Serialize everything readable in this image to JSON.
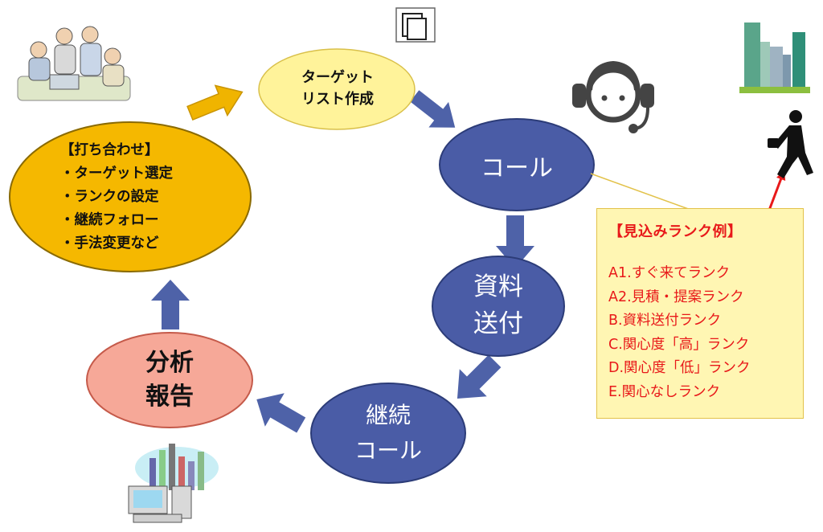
{
  "colors": {
    "arrow_blue": "#4e62a8",
    "node_blue": "#4a5ca6",
    "meeting_gold": "#f5b800",
    "target_yellow": "#fff39a",
    "report_pink": "#f6a898",
    "rank_red": "#e8191a",
    "pointer_red": "#e8191a"
  },
  "icons": {
    "top_center": "copy-document-icon",
    "meeting": "business-meeting-illustration",
    "operator": "headset-operator-icon",
    "buildings": "office-buildings-illustration",
    "walker": "walking-businessman-silhouette",
    "computer": "computer-chart-illustration"
  },
  "nodes": {
    "target": {
      "lines": [
        "ターゲット",
        "リスト作成"
      ]
    },
    "call": {
      "lines": [
        "コール"
      ]
    },
    "docs": {
      "lines": [
        "資料",
        "送付"
      ]
    },
    "followup": {
      "lines": [
        "継続",
        "コール"
      ]
    },
    "report": {
      "lines": [
        "分析",
        "報告"
      ]
    },
    "meeting": {
      "lines": [
        "【打ち合わせ】",
        "・ターゲット選定",
        "・ランクの設定",
        "・継続フォロー",
        "・手法変更など"
      ]
    }
  },
  "rank_box": {
    "title": "【見込みランク例】",
    "items": [
      "A1.すぐ来てランク",
      "A2.見積・提案ランク",
      "B.資料送付ランク",
      "C.関心度「高」ランク",
      "D.関心度「低」ランク",
      "E.関心なしランク"
    ]
  }
}
